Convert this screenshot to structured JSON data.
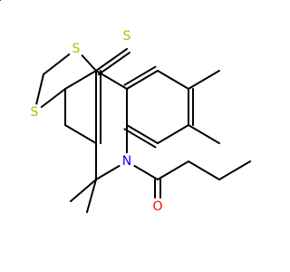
{
  "molecule": {
    "atoms": [
      {
        "id": "S_thione",
        "symbol": "S",
        "color": "#b8b800"
      },
      {
        "id": "S_ring_1",
        "symbol": "S",
        "color": "#b8b800"
      },
      {
        "id": "S_ring_2",
        "symbol": "S",
        "color": "#b8b800"
      },
      {
        "id": "N_ring",
        "symbol": "N",
        "color": "#0000ff"
      },
      {
        "id": "O_carbonyl",
        "symbol": "O",
        "color": "#ff0000"
      }
    ],
    "bond_color": "#000000",
    "background": "#ffffff"
  }
}
